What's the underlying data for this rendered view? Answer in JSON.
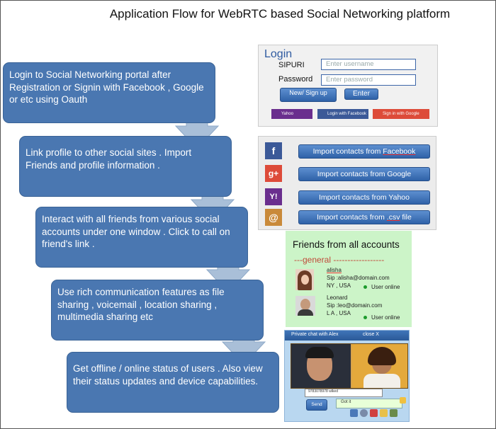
{
  "title": "Application Flow for WebRTC based Social Networking platform",
  "steps": [
    "Login to Social Networking portal after Registration or Signin with Facebook , Google or etc using Oauth",
    "Link profile to other social sites . Import Friends and profile information .",
    "Interact with all friends from various  social accounts  under one window .  Click to call on friend's link .",
    "Use rich communication features as file sharing , voicemail , location sharing , multimedia sharing etc",
    "Get offline / online status of users . Also view their status updates and device capabilities."
  ],
  "login": {
    "heading": "Login",
    "sipuri_label": "SIPURI",
    "password_label": "Password",
    "username_placeholder": "Enter username",
    "password_placeholder": "Enter password",
    "new_button": "New/ Sign up",
    "enter_button": "Enter",
    "yahoo": "Yahoo",
    "facebook": "Login with Facebook",
    "google": "Sign in with Google"
  },
  "imports": [
    {
      "icon": "facebook-icon",
      "glyph": "f",
      "color": "#3b5998",
      "label_pre": "Import contacts from ",
      "label_link": "Facebook"
    },
    {
      "icon": "google-plus-icon",
      "glyph": "g+",
      "color": "#dd4b39",
      "label_pre": "Import contacts from Google",
      "label_link": ""
    },
    {
      "icon": "yahoo-icon",
      "glyph": "Y!",
      "color": "#6a2e8e",
      "label_pre": "Import contacts from Yahoo",
      "label_link": ""
    },
    {
      "icon": "address-book-icon",
      "glyph": "@",
      "color": "#c98a3a",
      "label_pre": "Import contacts from ",
      "label_link": ".csv",
      "label_post": " file"
    }
  ],
  "friends": {
    "heading": "Friends from all accounts",
    "group": "---general ------------------",
    "list": [
      {
        "name": "alisha",
        "sip": "Sip :alisha@domain.com",
        "loc": "NY , USA",
        "status": "User online"
      },
      {
        "name": "Leonard",
        "sip": "Sip :leo@domain.com",
        "loc": "L A , USA",
        "status": "User online"
      }
    ]
  },
  "chat": {
    "title": "Private chat with Alex",
    "close": "close X",
    "message": "9783078978 wlked",
    "send": "Send",
    "got_it": "Got it"
  },
  "colors": {
    "step": "#4a77b1",
    "arrow": "#a9bfd8",
    "button": "#2f62a8",
    "friends_bg": "#ccf4c8"
  }
}
